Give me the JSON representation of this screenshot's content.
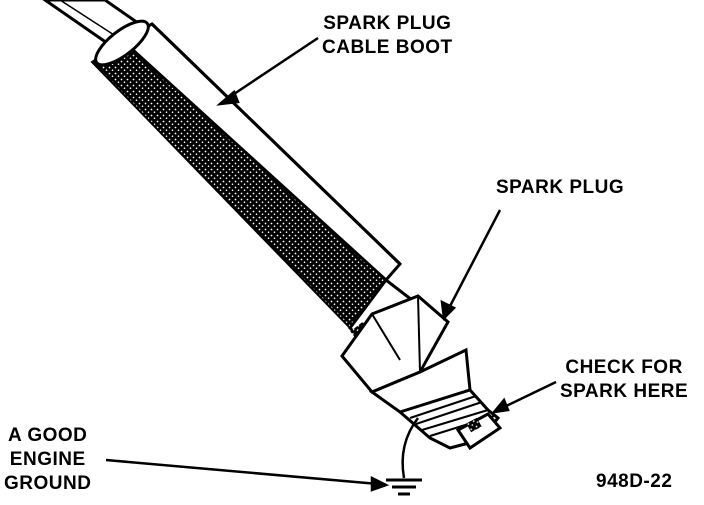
{
  "labels": {
    "cable_boot": [
      "SPARK PLUG",
      "CABLE BOOT"
    ],
    "spark_plug": "SPARK PLUG",
    "check_spark": [
      "CHECK FOR",
      "SPARK HERE"
    ],
    "engine_ground": [
      "A GOOD",
      "ENGINE",
      "GROUND"
    ],
    "figure_code": "948D-22"
  },
  "icons": [
    "spark-plug-cable-boot-illustration",
    "spark-plug-illustration",
    "ground-symbol-icon"
  ],
  "colors": {
    "ink": "#000000",
    "paper": "#ffffff"
  }
}
